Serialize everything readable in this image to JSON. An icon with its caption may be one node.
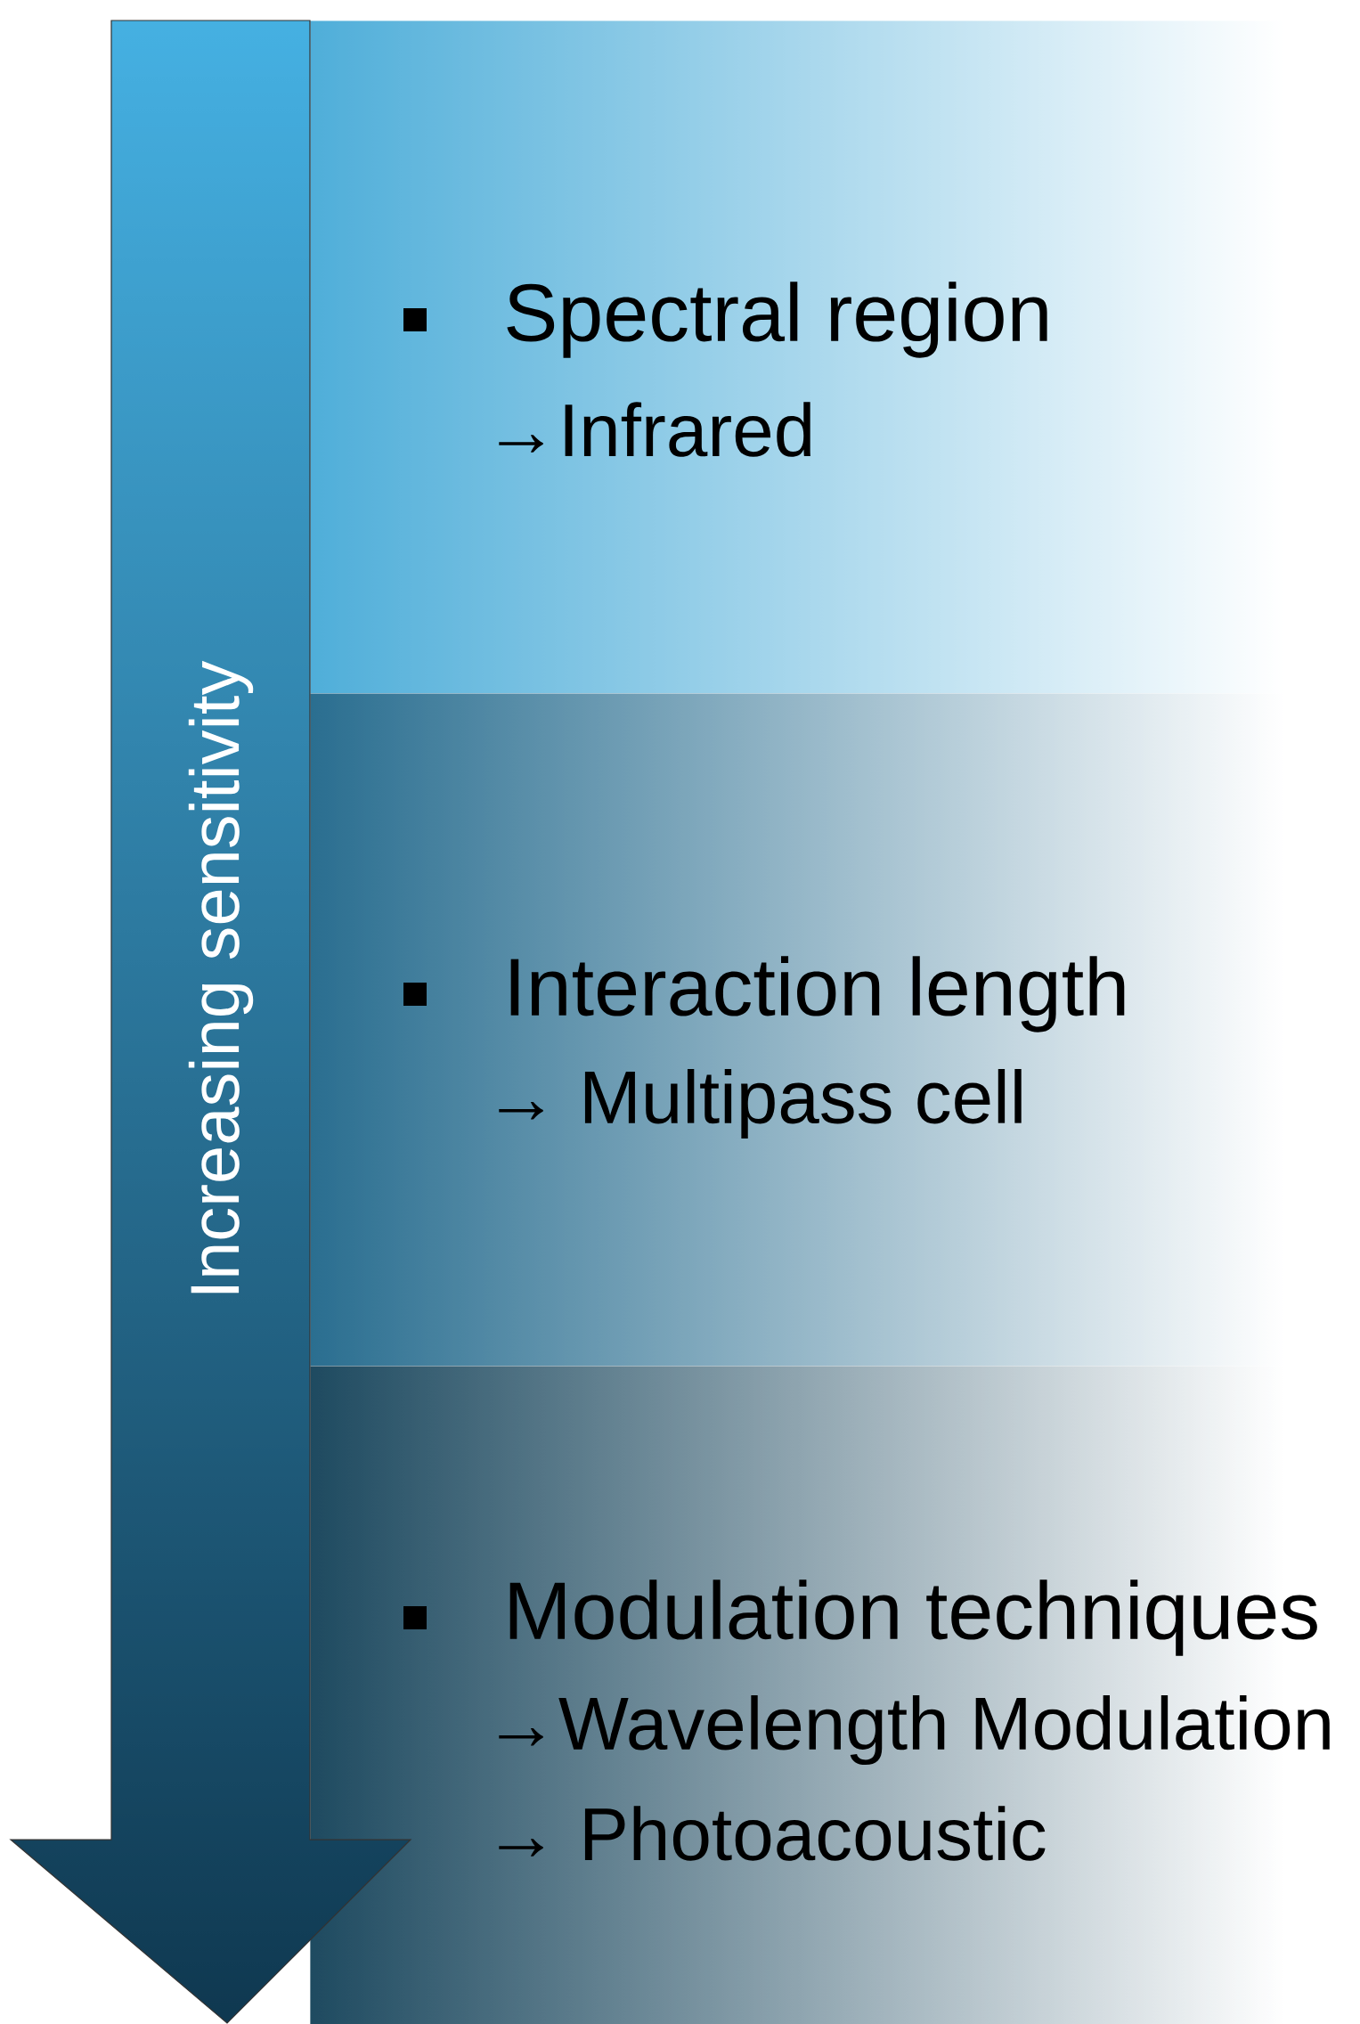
{
  "diagram": {
    "nodes": [
      {
        "text": [
          "Increasing sensitivity"
        ]
      },
      {
        "text": [
          "Spectral region",
          "→Infrared"
        ]
      },
      {
        "text": [
          "Interaction length",
          "→ Multipass cell"
        ]
      },
      {
        "text": [
          "Modulation techniques",
          "→Wavelength Modulation",
          "→ Photoacoustic"
        ]
      }
    ]
  }
}
